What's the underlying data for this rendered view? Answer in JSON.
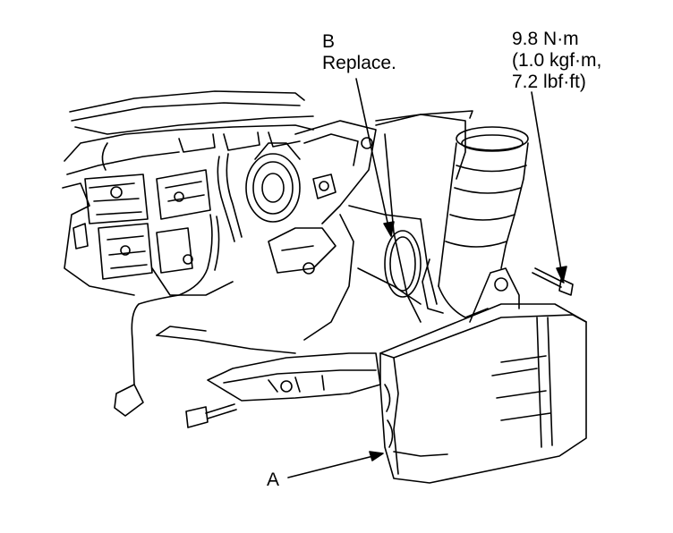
{
  "callouts": {
    "b": {
      "letter": "B",
      "note": "Replace."
    },
    "torque": {
      "line1": "9.8 N·m",
      "line2": "(1.0 kgf·m,",
      "line3": "7.2 lbf·ft)"
    },
    "a": {
      "letter": "A"
    }
  },
  "colors": {
    "line": "#000000",
    "background": "#ffffff"
  }
}
